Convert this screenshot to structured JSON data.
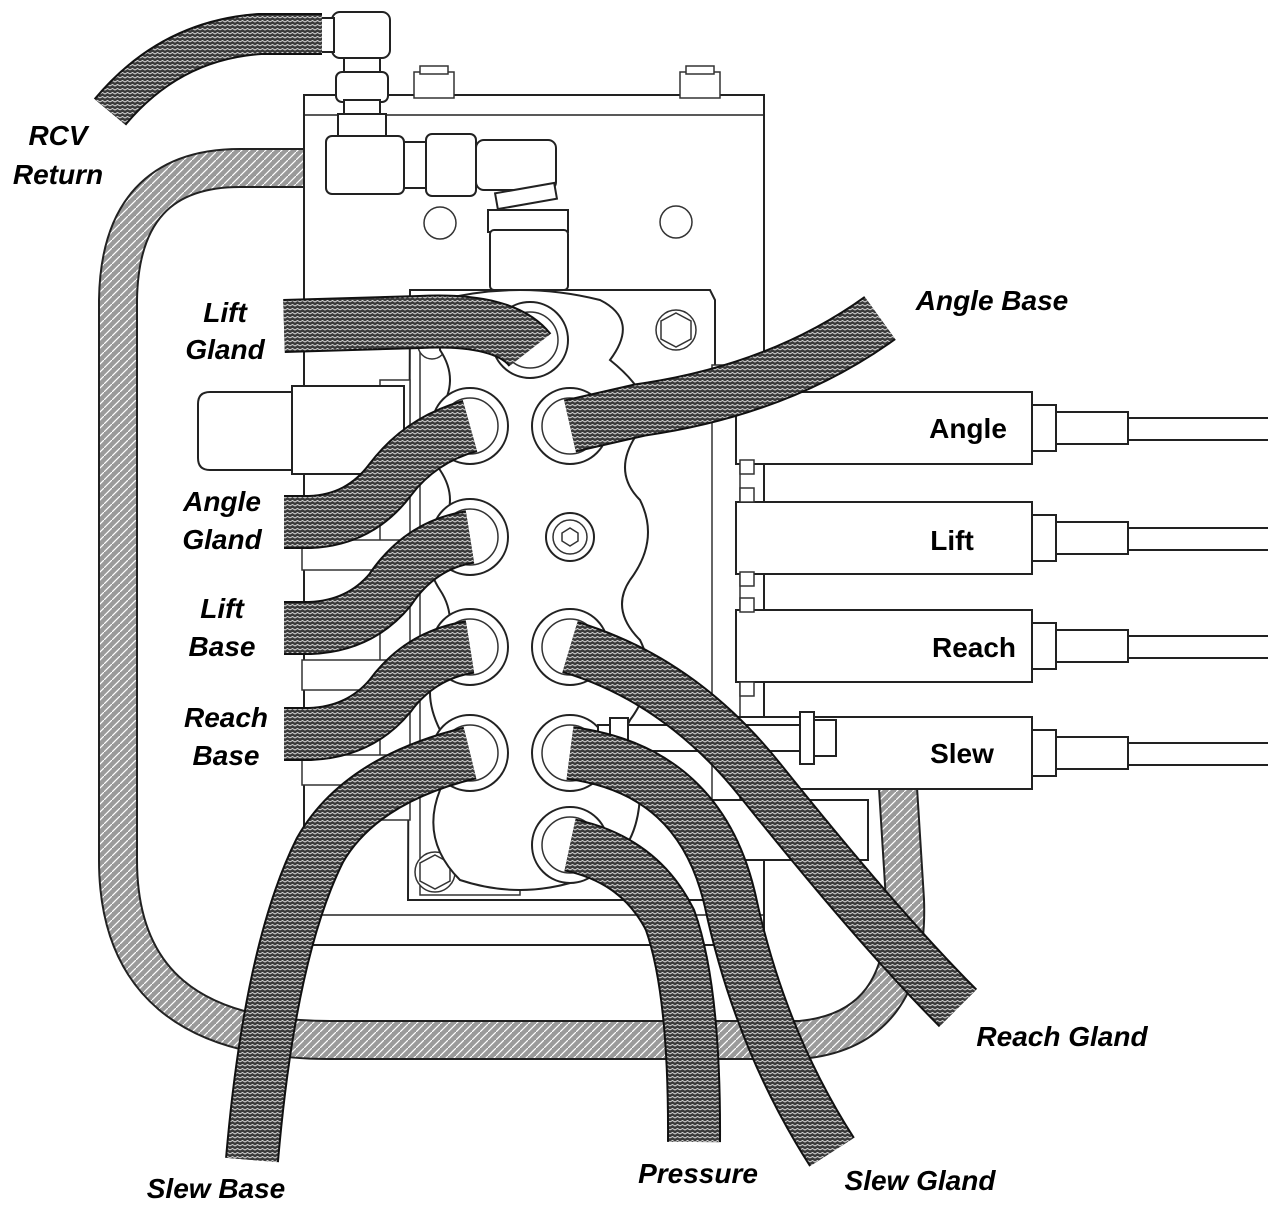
{
  "labels": {
    "rcv_return_1": "RCV",
    "rcv_return_2": "Return",
    "lift_gland_1": "Lift",
    "lift_gland_2": "Gland",
    "angle_gland_1": "Angle",
    "angle_gland_2": "Gland",
    "lift_base_1": "Lift",
    "lift_base_2": "Base",
    "reach_base_1": "Reach",
    "reach_base_2": "Base",
    "angle_base": "Angle Base",
    "reach_gland": "Reach Gland",
    "slew_base": "Slew Base",
    "pressure": "Pressure",
    "slew_gland": "Slew Gland"
  },
  "spools": {
    "angle": "Angle",
    "lift": "Lift",
    "reach": "Reach",
    "slew": "Slew"
  },
  "colors": {
    "hose_dark": "#3a3a3a",
    "hose_light": "#9a9a9a",
    "outline": "#222222"
  }
}
